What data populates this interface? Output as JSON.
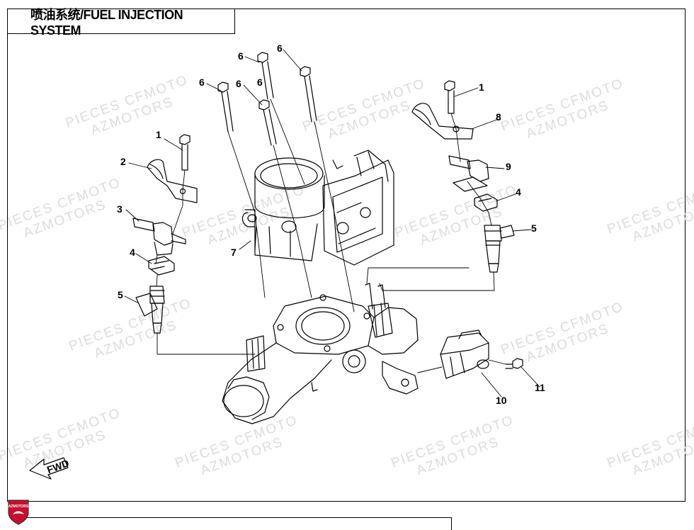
{
  "header": {
    "title": "喷油系统/FUEL INJECTION SYSTEM"
  },
  "watermark": {
    "line1": "PIECES CFMOTO",
    "line2": "AZMOTORS"
  },
  "fwd_label": "FWD",
  "logo_text": "AZMOTORS",
  "callouts": [
    "6",
    "6",
    "6",
    "6",
    "6",
    "1",
    "2",
    "3",
    "4",
    "5",
    "7",
    "1",
    "8",
    "9",
    "4",
    "5",
    "10",
    "11"
  ],
  "colors": {
    "line": "#000000",
    "watermark": "#dcdcdc",
    "logo": "#c8102e"
  }
}
